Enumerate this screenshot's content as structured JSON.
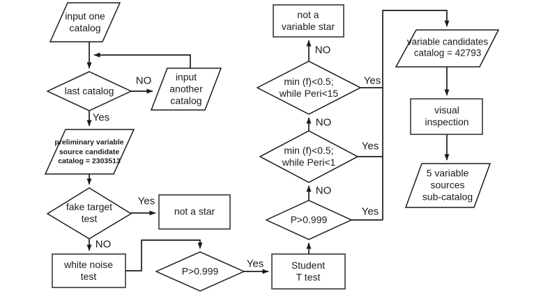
{
  "background": "#ffffff",
  "colors": {
    "line": "#1a1a1a",
    "rect_border": "#4d4d4d",
    "text": "#1a1a1a"
  },
  "nodes": {
    "input_one_catalog": {
      "type": "input",
      "label": "input one\ncatalog"
    },
    "last_catalog": {
      "type": "decision",
      "label": "last catalog"
    },
    "input_another_catalog": {
      "type": "input",
      "label": "input\nanother\ncatalog"
    },
    "preliminary_catalog": {
      "type": "input",
      "label": "preliminary variable\nsource candidate\ncatalog = 2303513"
    },
    "fake_target_test": {
      "type": "decision",
      "label": "fake target\ntest"
    },
    "not_a_star": {
      "type": "process",
      "label": "not a star"
    },
    "white_noise_test": {
      "type": "process",
      "label": "white noise\ntest"
    },
    "p_gt_0999_lower": {
      "type": "decision",
      "label": "P>0.999"
    },
    "student_t_test": {
      "type": "process",
      "label": "Student\nT test"
    },
    "p_gt_0999_upper": {
      "type": "decision",
      "label": "P>0.999"
    },
    "min_f_peri_1": {
      "type": "decision",
      "label": "min (f)<0.5;\nwhile Peri<1"
    },
    "min_f_peri_15": {
      "type": "decision",
      "label": "min (f)<0.5;\nwhile Peri<15"
    },
    "not_a_variable_star": {
      "type": "process",
      "label": "not a\nvariable star"
    },
    "variable_candidates": {
      "type": "input",
      "label": "variable candidates\ncatalog = 42793"
    },
    "visual_inspection": {
      "type": "process",
      "label": "visual\ninspection"
    },
    "variable_sources_subcatalog": {
      "type": "input",
      "label": "5 variable\nsources\nsub-catalog"
    }
  },
  "edge_labels": {
    "last_catalog_no": "NO",
    "last_catalog_yes": "Yes",
    "fake_target_yes": "Yes",
    "fake_target_no": "NO",
    "p_lower_yes": "Yes",
    "p_upper_no": "NO",
    "p_upper_yes": "Yes",
    "peri_1_no": "NO",
    "peri_1_yes": "Yes",
    "peri_15_no": "NO",
    "peri_15_yes": "Yes"
  }
}
